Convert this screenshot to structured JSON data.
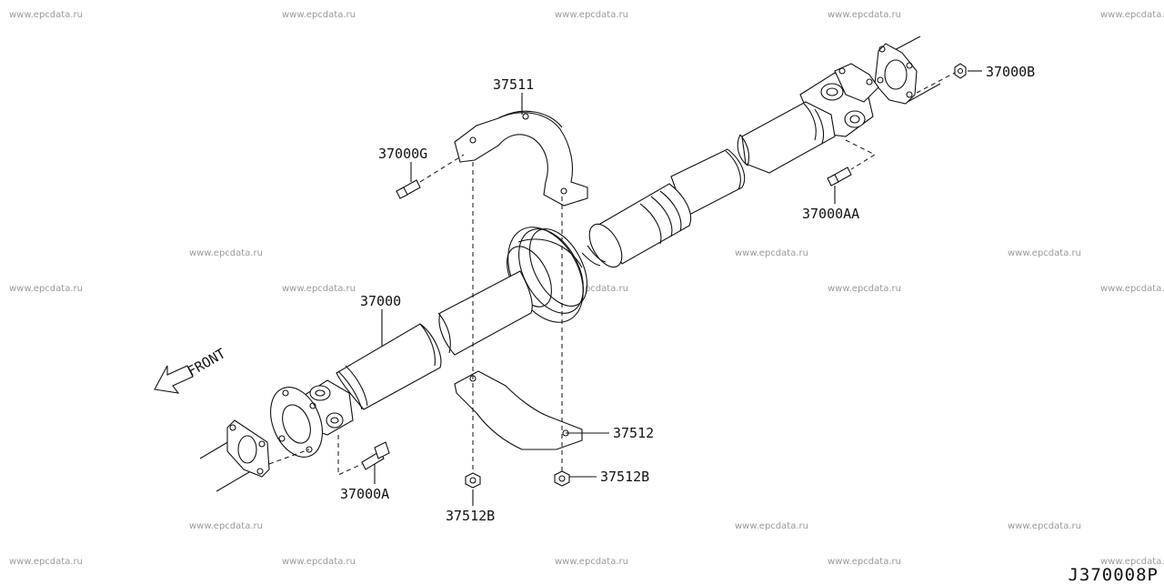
{
  "watermark": "www.epcdata.ru",
  "diagram_ref": "J370008P",
  "direction_label": "FRONT",
  "parts": {
    "p37511": "37511",
    "p37000G": "37000G",
    "p37000": "37000",
    "p37000A": "37000A",
    "p37512B_left": "37512B",
    "p37512": "37512",
    "p37512B_right": "37512B",
    "p37000B": "37000B",
    "p37000AA": "37000AA"
  }
}
